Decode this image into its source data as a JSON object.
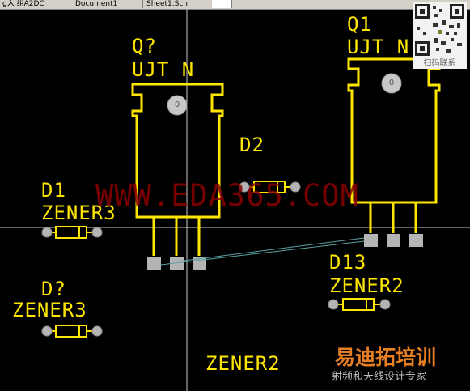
{
  "window": {
    "tabs": [
      {
        "label": "g入 组A2DC"
      },
      {
        "label": "Document1"
      },
      {
        "label": "Sheet1.Sch"
      },
      {
        "label": ""
      }
    ]
  },
  "parts": {
    "q_unassigned": {
      "designator": "Q?",
      "value": "UJT N",
      "marker": "0"
    },
    "q1": {
      "designator": "Q1",
      "value": "UJT N",
      "marker": "0"
    },
    "d1": {
      "designator": "D1",
      "value": "ZENER3"
    },
    "d2": {
      "designator": "D2"
    },
    "d_unassigned": {
      "designator": "D?",
      "value": "ZENER3"
    },
    "d13": {
      "designator": "D13",
      "value": "ZENER2"
    },
    "orphan_value": "ZENER2"
  },
  "watermark": "WWW.EDA365.COM",
  "qr_caption": "扫码联系",
  "logo": {
    "main": "易迪拓培训",
    "sub": "射频和天线设计专家"
  },
  "colors": {
    "background": "#000000",
    "silkscreen": "#ffe600",
    "pad": "#b4b4b4",
    "trace": "#5aa0a0",
    "crosshair": "#c8c8c8"
  }
}
